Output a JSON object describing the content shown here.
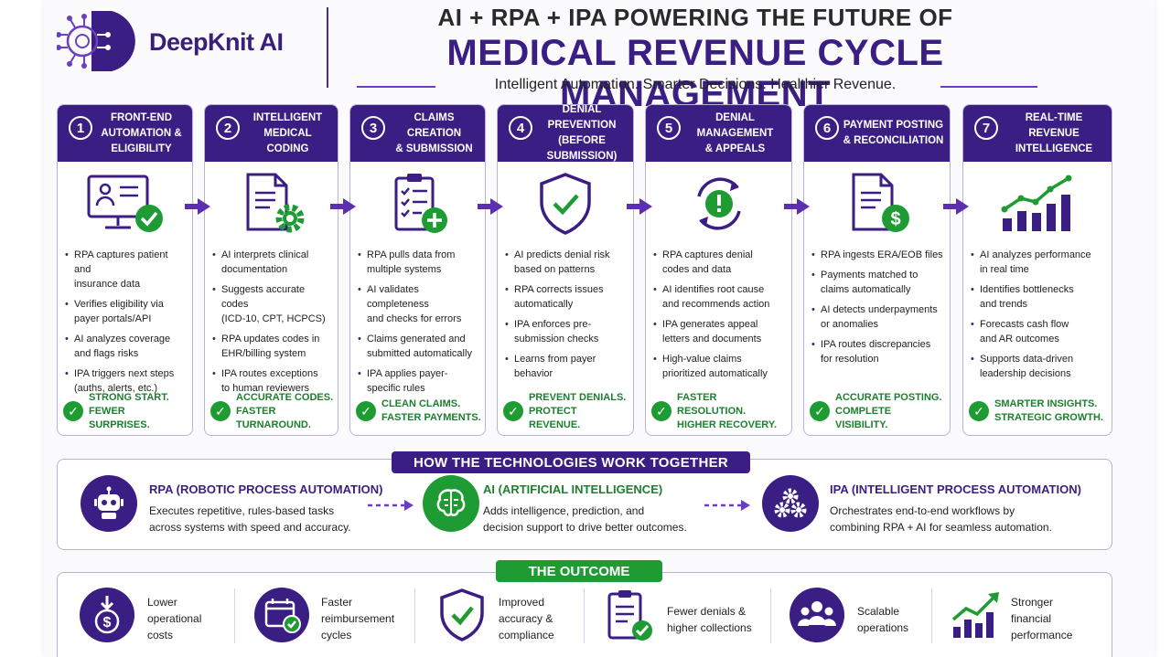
{
  "header": {
    "brand": "DeepKnit AI",
    "title_line1": "AI + RPA + IPA POWERING THE FUTURE OF",
    "title_line2": "MEDICAL REVENUE CYCLE MANAGEMENT",
    "tagline": "Intelligent Automation. Smarter Decisions. Healthier Revenue."
  },
  "colors": {
    "primary": "#3b1e84",
    "accent": "#6a3fc4",
    "green": "#1f9b34",
    "green_text": "#1d7f2e"
  },
  "steps": [
    {
      "num": "1",
      "title": "FRONT-END\nAUTOMATION &\nELIGIBILITY",
      "icon": "monitor-check-icon",
      "bullets": [
        "RPA captures patient and\ninsurance data",
        "Verifies eligibility via\npayer portals/API",
        "AI analyzes coverage\nand flags risks",
        "IPA triggers next steps\n(auths, alerts, etc.)"
      ],
      "footer": "STRONG START.\nFEWER SURPRISES."
    },
    {
      "num": "2",
      "title": "INTELLIGENT\nMEDICAL CODING",
      "icon": "document-gear-icon",
      "bullets": [
        "AI interprets clinical\ndocumentation",
        "Suggests accurate codes\n(ICD-10, CPT, HCPCS)",
        "RPA updates codes in\nEHR/billing system",
        "IPA routes exceptions\nto human reviewers"
      ],
      "footer": "ACCURATE CODES.\nFASTER TURNAROUND."
    },
    {
      "num": "3",
      "title": "CLAIMS CREATION\n& SUBMISSION",
      "icon": "clipboard-plus-icon",
      "bullets": [
        "RPA pulls data from\nmultiple systems",
        "AI validates completeness\nand checks for errors",
        "Claims generated and\nsubmitted automatically",
        "IPA applies payer-\nspecific rules"
      ],
      "footer": "CLEAN CLAIMS.\nFASTER PAYMENTS."
    },
    {
      "num": "4",
      "title": "DENIAL PREVENTION\n(BEFORE SUBMISSION)",
      "icon": "shield-check-icon",
      "bullets": [
        "AI predicts denial risk\nbased on patterns",
        "RPA corrects issues\nautomatically",
        "IPA enforces pre-\nsubmission checks",
        "Learns from payer\nbehavior"
      ],
      "footer": "PREVENT DENIALS.\nPROTECT REVENUE."
    },
    {
      "num": "5",
      "title": "DENIAL MANAGEMENT\n& APPEALS",
      "icon": "cycle-alert-icon",
      "bullets": [
        "RPA captures denial\ncodes and data",
        "AI identifies root cause\nand recommends action",
        "IPA generates appeal\nletters and documents",
        "High-value claims\nprioritized automatically"
      ],
      "footer": "FASTER RESOLUTION.\nHIGHER RECOVERY."
    },
    {
      "num": "6",
      "title": "PAYMENT POSTING\n& RECONCILIATION",
      "icon": "document-dollar-icon",
      "bullets": [
        "RPA ingests ERA/EOB files",
        "Payments matched to\nclaims automatically",
        "AI detects underpayments\nor anomalies",
        "IPA routes discrepancies\nfor resolution"
      ],
      "footer": "ACCURATE POSTING.\nCOMPLETE VISIBILITY."
    },
    {
      "num": "7",
      "title": "REAL-TIME REVENUE\nINTELLIGENCE",
      "icon": "growth-chart-icon",
      "bullets": [
        "AI analyzes performance\nin real time",
        "Identifies bottlenecks\nand trends",
        "Forecasts cash flow\nand AR outcomes",
        "Supports data-driven\nleadership decisions"
      ],
      "footer": "SMARTER INSIGHTS.\nSTRATEGIC GROWTH."
    }
  ],
  "technologies": {
    "title": "HOW THE TECHNOLOGIES WORK TOGETHER",
    "items": [
      {
        "name": "RPA (ROBOTIC PROCESS AUTOMATION)",
        "desc": "Executes repetitive, rules-based tasks\nacross systems with speed and accuracy.",
        "icon": "robot-icon"
      },
      {
        "name": "AI (ARTIFICIAL INTELLIGENCE)",
        "desc": "Adds intelligence, prediction, and\ndecision support to drive better outcomes.",
        "icon": "brain-icon"
      },
      {
        "name": "IPA (INTELLIGENT PROCESS AUTOMATION)",
        "desc": "Orchestrates end-to-end workflows by\ncombining RPA + AI for seamless automation.",
        "icon": "gears-icon"
      }
    ]
  },
  "outcome": {
    "title": "THE OUTCOME",
    "items": [
      {
        "text": "Lower\noperational\ncosts",
        "icon": "cost-down-icon"
      },
      {
        "text": "Faster\nreimbursement\ncycles",
        "icon": "calendar-check-icon"
      },
      {
        "text": "Improved\naccuracy &\ncompliance",
        "icon": "shield-check-icon"
      },
      {
        "text": "Fewer denials &\nhigher collections",
        "icon": "clipboard-check-icon"
      },
      {
        "text": "Scalable\noperations",
        "icon": "team-icon"
      },
      {
        "text": "Stronger\nfinancial\nperformance",
        "icon": "growth-chart-icon"
      }
    ]
  }
}
